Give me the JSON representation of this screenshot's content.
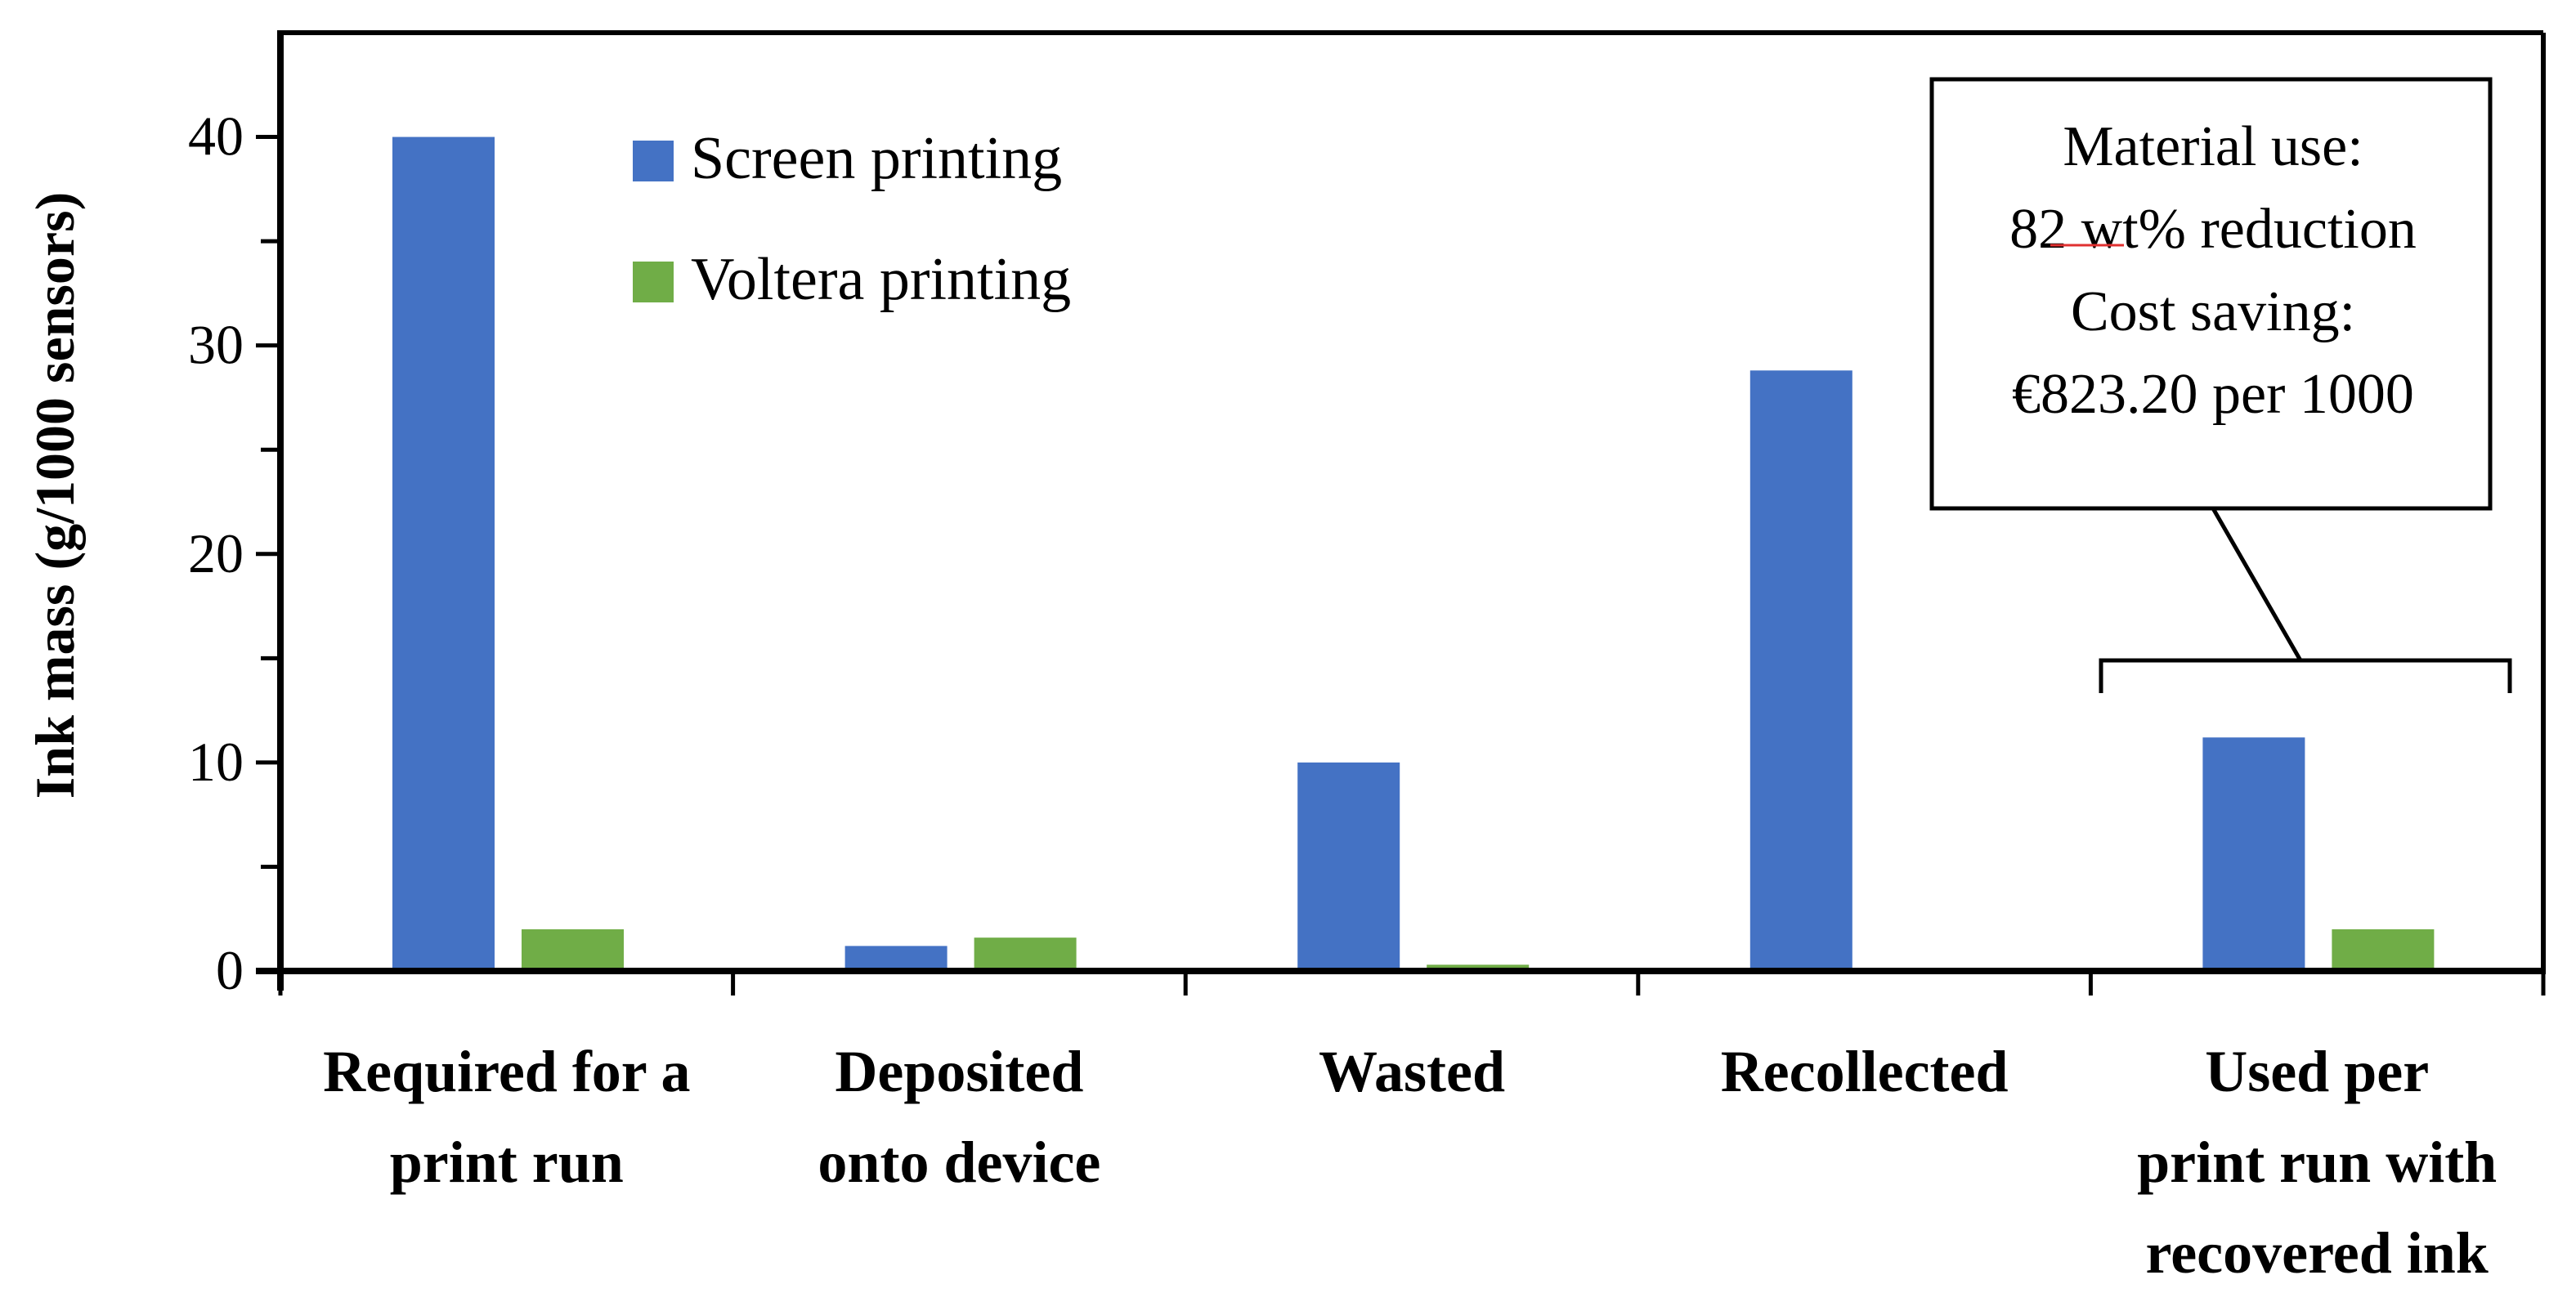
{
  "chart_data": {
    "type": "bar",
    "title": "",
    "xlabel": "",
    "ylabel": "Ink mass (g/1000 sensors)",
    "ylim": [
      0,
      45
    ],
    "yticks": [
      0,
      10,
      20,
      30,
      40
    ],
    "ytick_labels": [
      "0",
      "10",
      "20",
      "30",
      "40"
    ],
    "grid": false,
    "legend_position": "top-left",
    "categories": [
      [
        "Required for a",
        "print run"
      ],
      [
        "Deposited",
        "onto device"
      ],
      [
        "Wasted"
      ],
      [
        "Recollected"
      ],
      [
        "Used per",
        "print run with",
        "recovered ink"
      ]
    ],
    "series": [
      {
        "name": "Screen printing",
        "color": "#4472C4",
        "values": [
          40.0,
          1.2,
          10.0,
          28.8,
          11.2
        ]
      },
      {
        "name": "Voltera printing",
        "color": "#70AD47",
        "values": [
          2.0,
          1.6,
          0.3,
          0.0,
          2.0
        ]
      }
    ],
    "annotation": {
      "lines": [
        "Material use:",
        "82 wt% reduction",
        "Cost saving:",
        "€823.20 per 1000"
      ],
      "target_category": 4
    }
  }
}
